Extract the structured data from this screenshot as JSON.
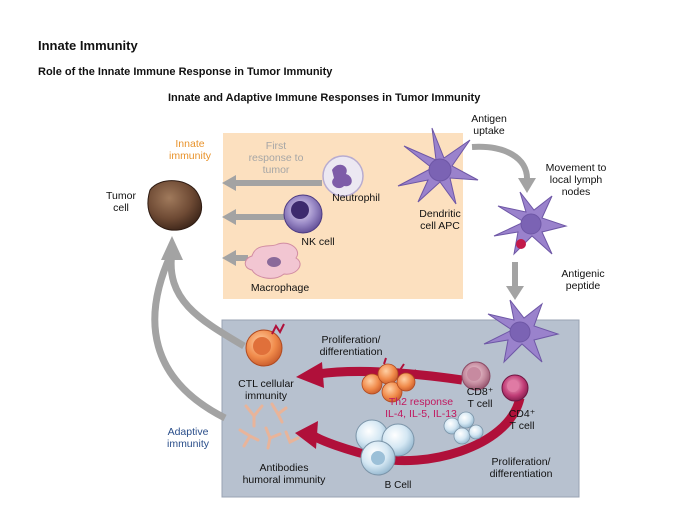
{
  "header": {
    "title": "Innate Immunity",
    "subtitle": "Role of the Innate Immune Response in Tumor Immunity",
    "diagram_title": "Innate and Adaptive Immune Responses in Tumor Immunity"
  },
  "labels": {
    "innate_1": "Innate",
    "innate_2": "immunity",
    "first_1": "First",
    "first_2": "response to",
    "first_3": "tumor",
    "tumor_1": "Tumor",
    "tumor_2": "cell",
    "neutrophil": "Neutrophil",
    "nk": "NK cell",
    "macrophage": "Macrophage",
    "dendritic_1": "Dendritic",
    "dendritic_2": "cell APC",
    "antigen_1": "Antigen",
    "antigen_2": "uptake",
    "move_1": "Movement to",
    "move_2": "local lymph",
    "move_3": "nodes",
    "peptide_1": "Antigenic",
    "peptide_2": "peptide",
    "prolif1_1": "Proliferation/",
    "prolif1_2": "differentiation",
    "ctl_1": "CTL cellular",
    "ctl_2": "immunity",
    "th2_1": "Th2 response",
    "th2_2": "IL-4, IL-5, IL-13",
    "cd8_1": "CD8⁺",
    "cd8_2": "T cell",
    "cd4_1": "CD4⁺",
    "cd4_2": "T cell",
    "adaptive_1": "Adaptive",
    "adaptive_2": "immunity",
    "antibodies_1": "Antibodies",
    "antibodies_2": "humoral immunity",
    "bcell": "B Cell",
    "prolif2_1": "Proliferation/",
    "prolif2_2": "differentiation"
  },
  "colors": {
    "innate_box": "#fce0bf",
    "adaptive_box": "#b7c1cf",
    "innate_text": "#e8932c",
    "adaptive_text": "#2a4e8a",
    "first_response_text": "#a6a6a6",
    "th2_text": "#c0185f",
    "red_arrow": "#b0103a",
    "gray_arrow": "#a3a3a3",
    "dendritic": "#9a82cc"
  }
}
